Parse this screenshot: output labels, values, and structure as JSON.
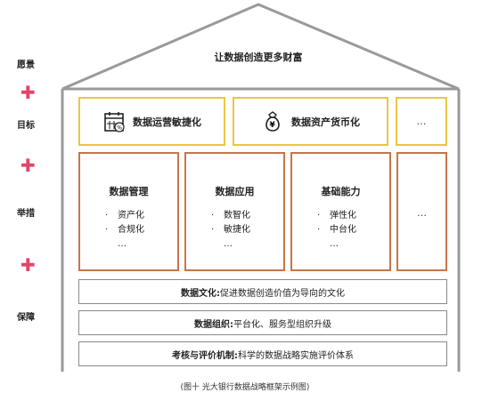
{
  "vision": "让数据创造更多财富",
  "side_labels": [
    "愿景",
    "目标",
    "举措",
    "保障"
  ],
  "goals": [
    {
      "icon": "calendar-percent-icon",
      "label": "数据运营敏捷化"
    },
    {
      "icon": "money-bag-icon",
      "label": "数据资产货币化"
    },
    {
      "label": "…"
    }
  ],
  "pillars": [
    {
      "title": "数据管理",
      "items": [
        "资产化",
        "合规化"
      ],
      "more": "…"
    },
    {
      "title": "数据应用",
      "items": [
        "数智化",
        "敏捷化"
      ],
      "more": "…"
    },
    {
      "title": "基础能力",
      "items": [
        "弹性化",
        "中台化"
      ],
      "more": "…"
    },
    {
      "title": "…"
    }
  ],
  "foundations": [
    {
      "label": "数据文化:",
      "text": "促进数据创造价值为导向的文化"
    },
    {
      "label": "数据组织:",
      "text": "平台化、服务型组织升级"
    },
    {
      "label": "考核与评价机制:",
      "text": "科学的数据战略实施评价体系"
    }
  ],
  "caption": "(图十 光大银行数据战略框架示例图)",
  "colors": {
    "goal_border": "#e8c840",
    "pillar_border": "#c8754a",
    "plus": "#e0456b",
    "roof": "#999999"
  }
}
